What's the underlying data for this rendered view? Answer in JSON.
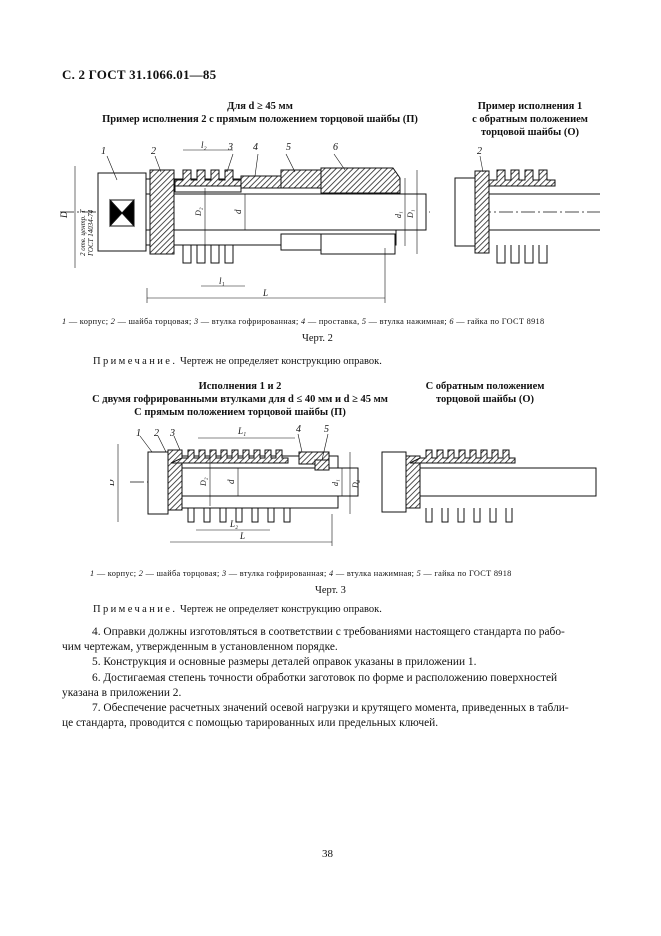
{
  "header": "С. 2 ГОСТ 31.1066.01—85",
  "fig2": {
    "head_left": [
      "Для d ≥ 45 мм",
      "Пример исполнения 2 с прямым положением торцовой шайбы (П)"
    ],
    "head_right": [
      "Пример исполнения 1",
      "с обратным положением",
      "торцовой шайбы (О)"
    ],
    "legend": [
      {
        "n": "1",
        "t": " — корпус; "
      },
      {
        "n": "2",
        "t": " — шайба торцовая; "
      },
      {
        "n": "3",
        "t": " — втулка гофрированная; "
      },
      {
        "n": "4",
        "t": " — проставка, "
      },
      {
        "n": "5",
        "t": " — втулка нажимная; "
      },
      {
        "n": "6",
        "t": " — гайка по ГОСТ 8918"
      }
    ],
    "caption": "Черт. 2",
    "labels": {
      "n1": "1",
      "n2": "2",
      "n3": "3",
      "n4": "4",
      "n5": "5",
      "n6": "6",
      "l2": "l₂",
      "l1": "l₁",
      "L": "L",
      "D": "D",
      "D2": "D₂",
      "d": "d",
      "d1": "d₁",
      "D1": "D₁",
      "cone": "2 отв. центр. Т",
      "cone2": "ГОСТ 14034-74",
      "r2": "2"
    }
  },
  "note1": {
    "lead": "Примечание.",
    "text": " Чертеж не определяет конструкцию оправок."
  },
  "fig3": {
    "head_left": [
      "Исполнения 1 и 2",
      "С двумя гофрированными втулками для d ≤ 40 мм и d ≥ 45 мм",
      "С прямым положением торцовой шайбы (П)"
    ],
    "head_right": [
      "С обратным положением",
      "торцовой шайбы (О)"
    ],
    "legend": [
      {
        "n": "1",
        "t": " — корпус; "
      },
      {
        "n": "2",
        "t": " — шайба торцовая; "
      },
      {
        "n": "3",
        "t": " — втулка гофрированная; "
      },
      {
        "n": "4",
        "t": " — втулка нажимная; "
      },
      {
        "n": "5",
        "t": " — гайка по ГОСТ 8918"
      }
    ],
    "caption": "Черт. 3",
    "labels": {
      "n1": "1",
      "n2": "2",
      "n3": "3",
      "n4": "4",
      "n5": "5",
      "L1": "L₁",
      "L2": "L₂",
      "L": "L",
      "D": "D",
      "D2": "D₂",
      "d": "d",
      "d1": "d₁",
      "D1": "D₁"
    }
  },
  "note2": {
    "lead": "Примечание.",
    "text": " Чертеж не определяет конструкцию оправок."
  },
  "paragraphs": [
    [
      "4. Оправки должны изготовляться в соответствии с требованиями настоящего стандарта по рабо-",
      "чим чертежам, утвержденным в установленном порядке."
    ],
    [
      "5. Конструкция и основные размеры деталей оправок указаны в приложении 1."
    ],
    [
      "6. Достигаемая степень точности обработки заготовок по форме и расположению поверхностей",
      "указана в приложении 2."
    ],
    [
      "7. Обеспечение расчетных значений осевой нагрузки и крутящего момента, приведенных в табли-",
      "це стандарта, проводится с помощью тарированных или предельных ключей."
    ]
  ],
  "page_number": "38"
}
